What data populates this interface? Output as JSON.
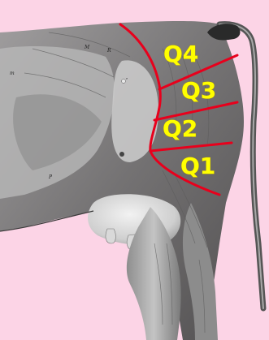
{
  "colors": {
    "background": "#fcd4e6",
    "boundary_line": "#e8001c",
    "label_fill": "#ffff00"
  },
  "quarters": [
    {
      "label": "Q4"
    },
    {
      "label": "Q3"
    },
    {
      "label": "Q2"
    },
    {
      "label": "Q1"
    }
  ]
}
